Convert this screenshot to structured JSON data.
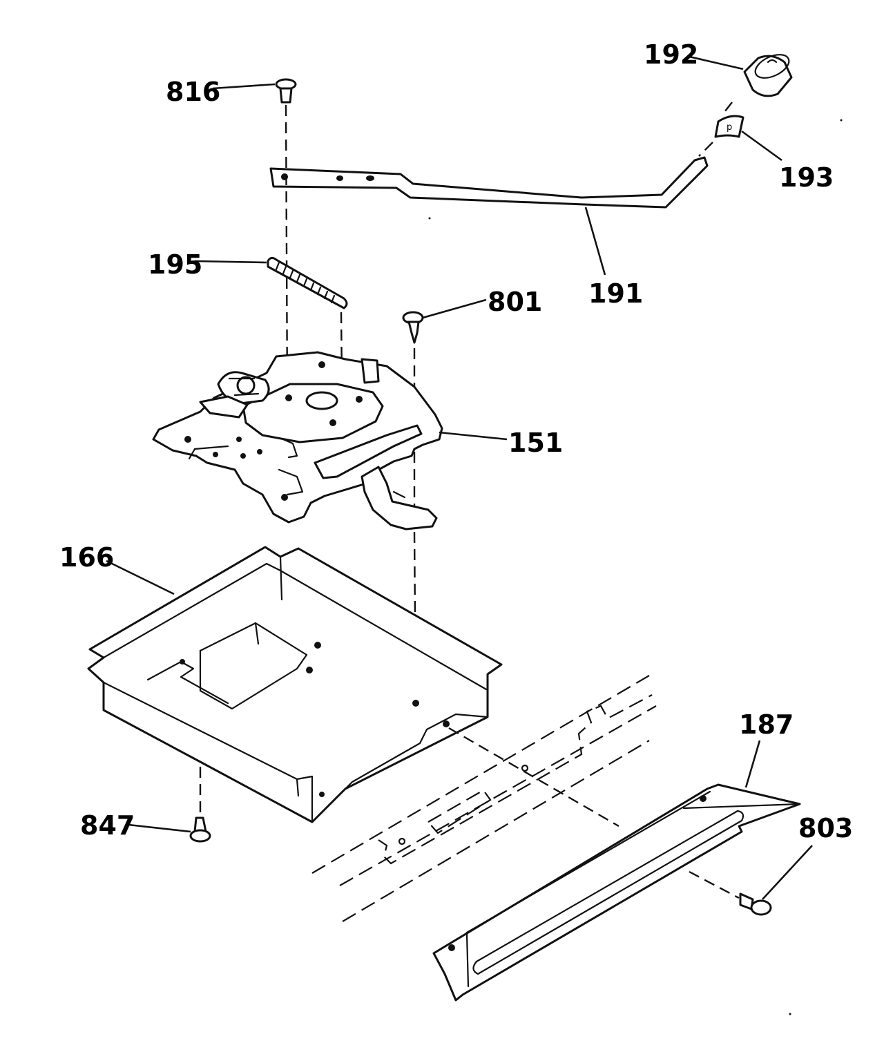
{
  "diagram": {
    "callouts": {
      "c816": "816",
      "c192": "192",
      "c193": "193",
      "c191": "191",
      "c195": "195",
      "c801": "801",
      "c151": "151",
      "c166": "166",
      "c187": "187",
      "c803": "803",
      "c847": "847"
    },
    "colors": {
      "ink": "#111111",
      "background": "#ffffff"
    }
  }
}
